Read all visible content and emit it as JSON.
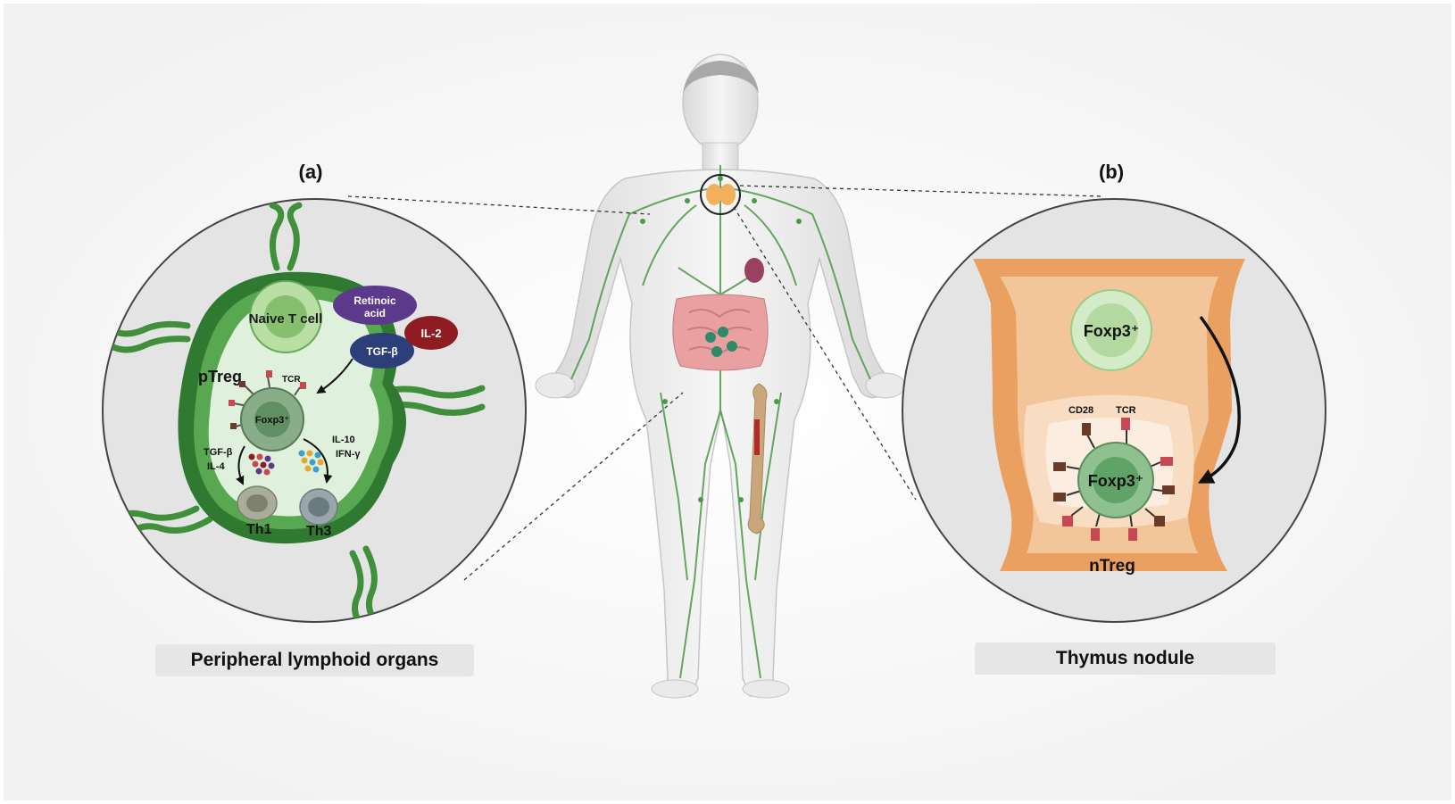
{
  "panel_a": {
    "label": "(a)",
    "caption": "Peripheral lymphoid organs",
    "naive": "Naive T cell",
    "retinoic_1": "Retinoic",
    "retinoic_2": "acid",
    "il2": "IL-2",
    "tgfb": "TGF-β",
    "ptreg": "pTreg",
    "tcr": "TCR",
    "foxp3": "Foxp3⁺",
    "left_cyto_1": "TGF-β",
    "left_cyto_2": "IL-4",
    "right_cyto_1": "IL-10",
    "right_cyto_2": "IFN-γ",
    "th1": "Th1",
    "th3": "Th3"
  },
  "panel_b": {
    "label": "(b)",
    "caption": "Thymus nodule",
    "foxp3_top": "Foxp3⁺",
    "foxp3_bottom": "Foxp3⁺",
    "cd28": "CD28",
    "tcr": "TCR",
    "ntreg": "nTreg"
  },
  "colors": {
    "lymph_green": "#4a9a46",
    "thymus_orange": "#e9a060",
    "naive_green": "#9fd08a",
    "foxp3_green": "#6a9a6a",
    "retinoic_purple": "#5b3a8c",
    "il2_red": "#8e1c22",
    "tgfb_blue": "#2c3f78"
  }
}
